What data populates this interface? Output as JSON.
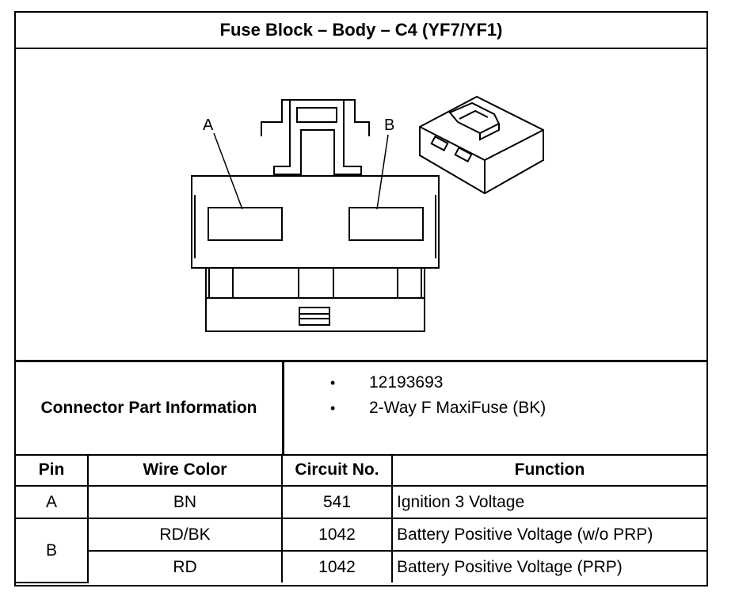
{
  "title": "Fuse Block – Body – C4 (YF7/YF1)",
  "diagram": {
    "cavity_labels": [
      "A",
      "B"
    ]
  },
  "part_info": {
    "label": "Connector Part Information",
    "items": [
      "12193693",
      "2-Way F MaxiFuse (BK)"
    ],
    "bullet": "•"
  },
  "pin_table": {
    "headers": {
      "pin": "Pin",
      "wire_color": "Wire Color",
      "circuit": "Circuit No.",
      "function": "Function"
    },
    "rows": [
      {
        "pin": "A",
        "wire_color": "BN",
        "circuit": "541",
        "function": "Ignition 3 Voltage"
      },
      {
        "pin": "B",
        "wire_color": "RD/BK",
        "circuit": "1042",
        "function": "Battery Positive Voltage (w/o PRP)"
      },
      {
        "pin": "",
        "wire_color": "RD",
        "circuit": "1042",
        "function": "Battery Positive Voltage (PRP)"
      }
    ]
  }
}
